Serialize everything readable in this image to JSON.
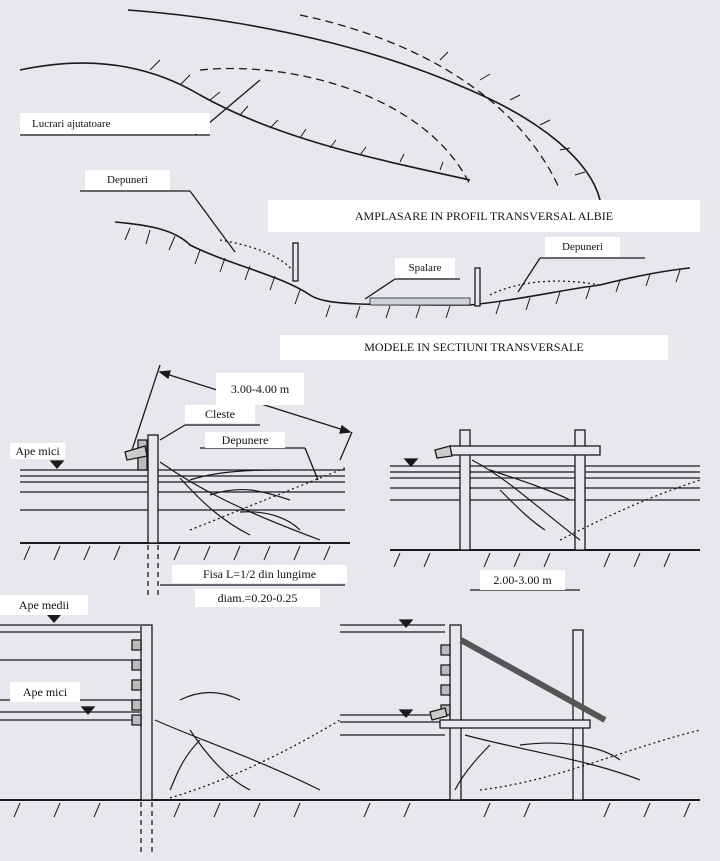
{
  "plan_view": {
    "label_works": "Lucrari ajutatoare"
  },
  "profile": {
    "title": "AMPLASARE IN PROFIL TRANSVERSAL ALBIE",
    "label_deposits_left": "Depuneri",
    "label_scour": "Spalare",
    "label_deposits_right": "Depuneri"
  },
  "sections": {
    "title": "MODELE IN SECTIUNI TRANSVERSALE",
    "model1": {
      "dimension": "3.00-4.00 m",
      "label_clamp": "Cleste",
      "label_deposit": "Depunere",
      "label_low_water": "Ape mici",
      "label_embed": "Fisa L=1/2 din lungime",
      "label_diameter": "diam.=0.20-0.25"
    },
    "model2": {
      "dimension": "2.00-3.00 m"
    },
    "model3": {
      "label_medium_water": "Ape medii",
      "label_low_water": "Ape mici"
    }
  },
  "colors": {
    "paper": "#e6e8ed",
    "ink": "#1a1a1a"
  }
}
